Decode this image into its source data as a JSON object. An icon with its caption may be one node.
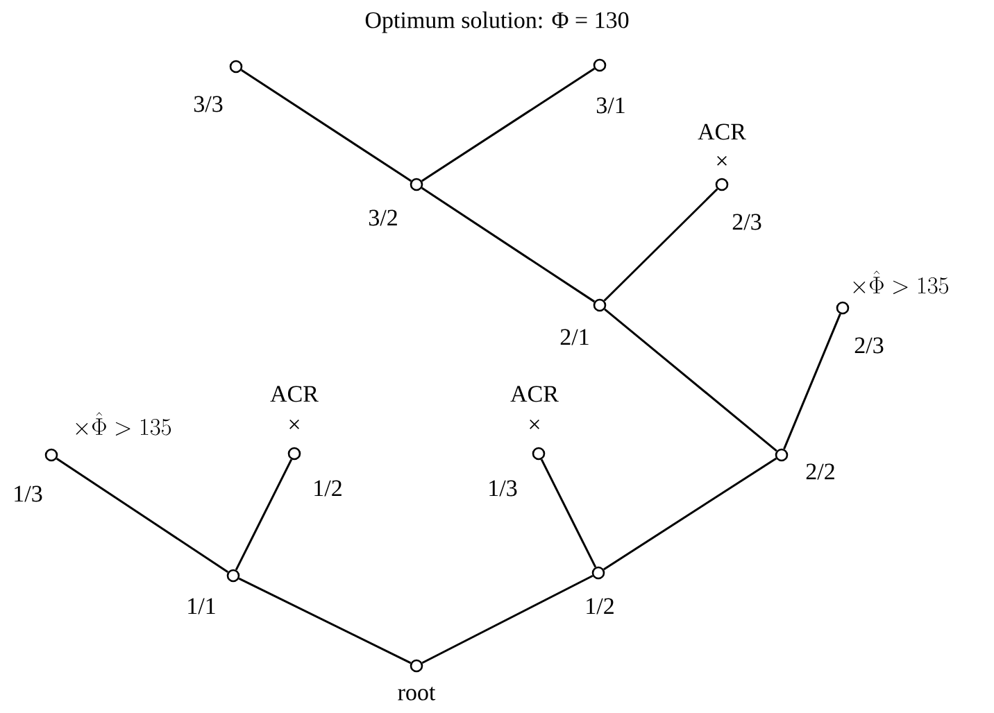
{
  "diagram": {
    "title": "Optimum solution: Φ = 130",
    "nodes": [
      {
        "text": [],
        "shape": "circle",
        "beside": [
          "3/3"
        ]
      },
      {
        "text": [],
        "shape": "circle",
        "beside": [
          "3/1"
        ]
      },
      {
        "text": [],
        "shape": "circle",
        "beside": [
          "2/3",
          "ACR",
          "×"
        ]
      },
      {
        "text": [],
        "shape": "circle",
        "beside": [
          "3/2"
        ]
      },
      {
        "text": [],
        "shape": "circle",
        "beside": [
          "2/1"
        ]
      },
      {
        "text": [],
        "shape": "circle",
        "beside": [
          "2/3",
          "\\times\\hat{\\Phi}>135"
        ]
      },
      {
        "text": [],
        "shape": "circle",
        "beside": [
          "1/3",
          "\\times\\hat{\\Phi}>135"
        ]
      },
      {
        "text": [],
        "shape": "circle",
        "beside": [
          "1/2",
          "ACR",
          "×"
        ]
      },
      {
        "text": [],
        "shape": "circle",
        "beside": [
          "1/3",
          "ACR",
          "×"
        ]
      },
      {
        "text": [],
        "shape": "circle",
        "beside": [
          "2/2"
        ]
      },
      {
        "text": [],
        "shape": "circle",
        "beside": [
          "1/1"
        ]
      },
      {
        "text": [],
        "shape": "circle",
        "beside": [
          "1/2"
        ]
      },
      {
        "text": [],
        "shape": "circle",
        "beside": [
          "root"
        ]
      }
    ],
    "edges": [
      {
        "from": 12,
        "to": 10,
        "arrow": "none"
      },
      {
        "from": 10,
        "to": 6,
        "arrow": "none"
      },
      {
        "from": 10,
        "to": 7,
        "arrow": "none"
      },
      {
        "from": 12,
        "to": 11,
        "arrow": "none"
      },
      {
        "from": 11,
        "to": 8,
        "arrow": "none"
      },
      {
        "from": 11,
        "to": 9,
        "arrow": "none"
      },
      {
        "from": 9,
        "to": 5,
        "arrow": "none"
      },
      {
        "from": 9,
        "to": 4,
        "arrow": "none"
      },
      {
        "from": 4,
        "to": 2,
        "arrow": "none"
      },
      {
        "from": 4,
        "to": 3,
        "arrow": "none"
      },
      {
        "from": 3,
        "to": 0,
        "arrow": "none"
      },
      {
        "from": 3,
        "to": 1,
        "arrow": "none"
      }
    ]
  }
}
